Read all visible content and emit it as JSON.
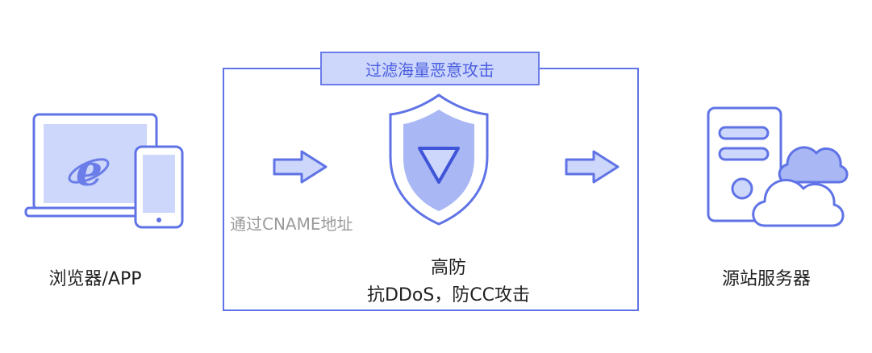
{
  "diagram": {
    "filter_title": "过滤海量恶意攻击",
    "client_label": "浏览器/APP",
    "cname_label": "通过CNAME地址",
    "protection_title": "高防",
    "protection_subtitle": "抗DDoS，防CC攻击",
    "origin_label": "源站服务器"
  },
  "icons": {
    "client": "laptop-phone-browser-icon",
    "arrow_in": "arrow-right-icon",
    "shield": "shield-icon",
    "arrow_out": "arrow-right-icon",
    "origin": "server-cloud-icon"
  },
  "colors": {
    "stroke": "#5f73e6",
    "fill_light": "#cdd6fb",
    "fill_mid": "#a9b7f5",
    "text": "#1f1f1f",
    "muted_text": "#9a9a9a"
  }
}
